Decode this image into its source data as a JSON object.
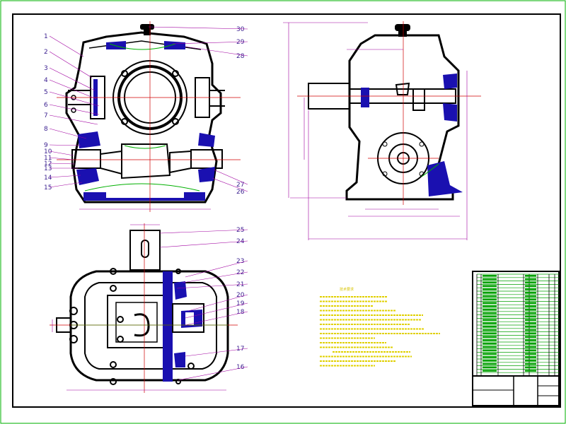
{
  "sheet": {
    "colors": {
      "outline": "#000000",
      "frame": "#00b000",
      "section_fill": "#1a10b0",
      "centerline": "#d00000",
      "leader": "#a000a0",
      "label": "#3a1f8f",
      "notes": "#e0d000"
    }
  },
  "front_view": {
    "part_labels_left": [
      "1",
      "2",
      "3",
      "4",
      "5",
      "6",
      "7",
      "8",
      "9",
      "10",
      "11",
      "12",
      "13",
      "14",
      "15"
    ],
    "part_labels_right": [
      "30",
      "29",
      "28",
      "27",
      "26"
    ]
  },
  "top_view": {
    "part_labels_right": [
      "25",
      "24",
      "23",
      "22",
      "21",
      "20",
      "19",
      "18",
      "17",
      "16"
    ]
  },
  "side_view": {},
  "notes_block": {
    "title": "技术要求"
  },
  "title_block": {}
}
